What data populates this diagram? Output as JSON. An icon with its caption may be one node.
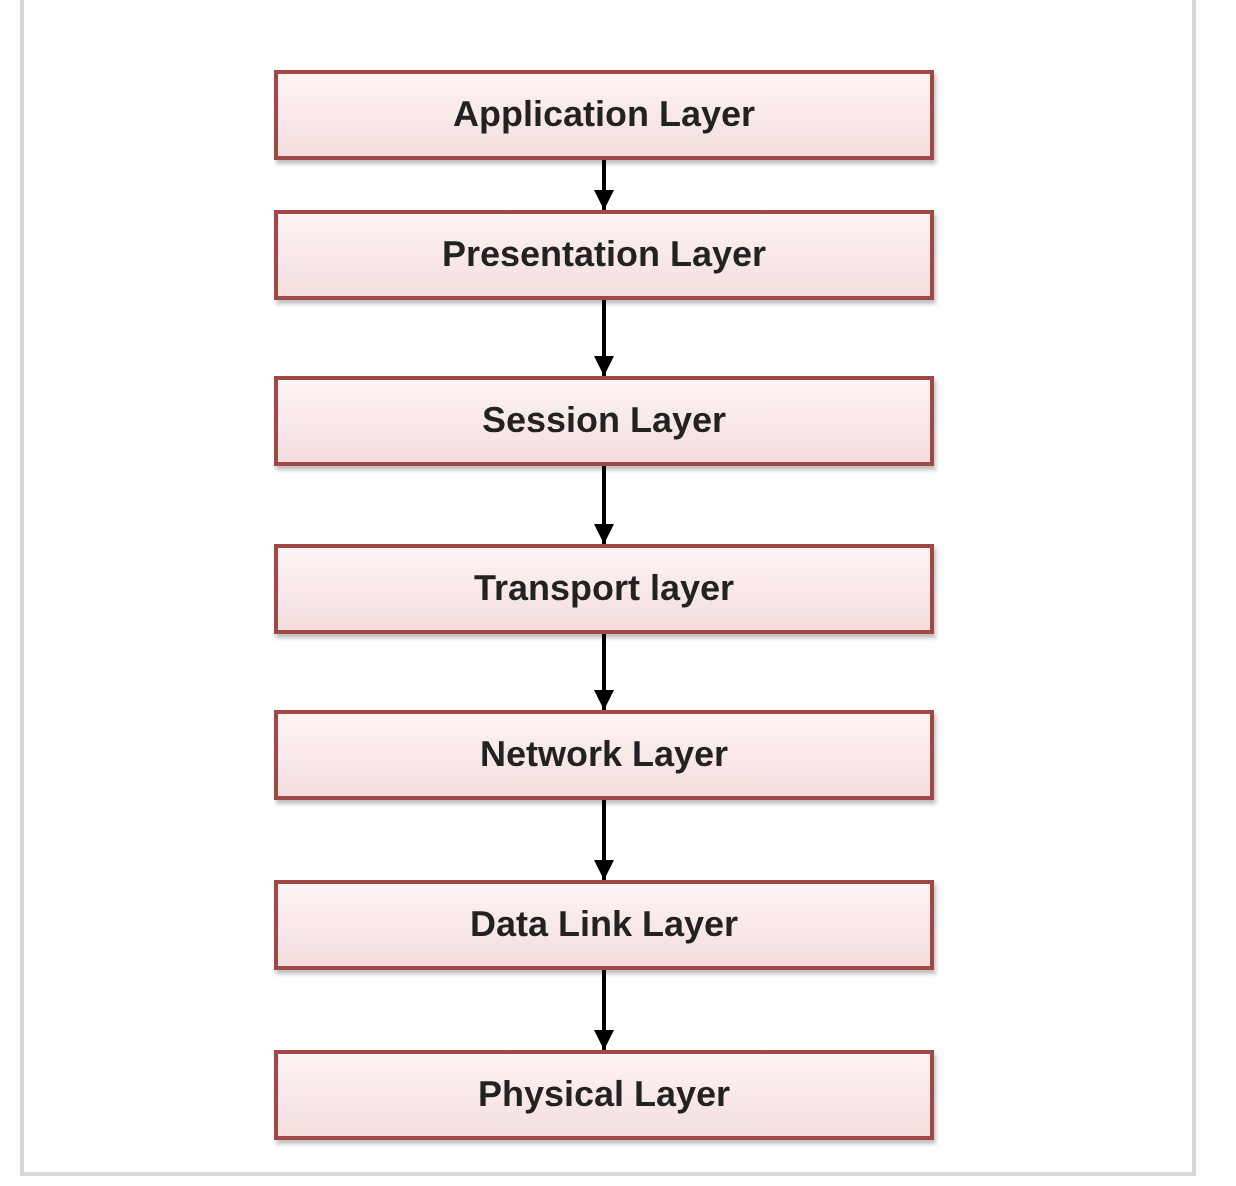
{
  "diagram": {
    "nodes": [
      {
        "text": [
          "Application Layer"
        ]
      },
      {
        "text": [
          "Presentation Layer"
        ]
      },
      {
        "text": [
          "Session Layer"
        ]
      },
      {
        "text": [
          "Transport layer"
        ]
      },
      {
        "text": [
          "Network Layer"
        ]
      },
      {
        "text": [
          "Data Link Layer"
        ]
      },
      {
        "text": [
          "Physical Layer"
        ]
      }
    ],
    "edges": [
      {
        "from": 0,
        "to": 1,
        "arrow": "to"
      },
      {
        "from": 1,
        "to": 2,
        "arrow": "to"
      },
      {
        "from": 2,
        "to": 3,
        "arrow": "to"
      },
      {
        "from": 3,
        "to": 4,
        "arrow": "to"
      },
      {
        "from": 4,
        "to": 5,
        "arrow": "to"
      },
      {
        "from": 5,
        "to": 6,
        "arrow": "to"
      }
    ]
  }
}
